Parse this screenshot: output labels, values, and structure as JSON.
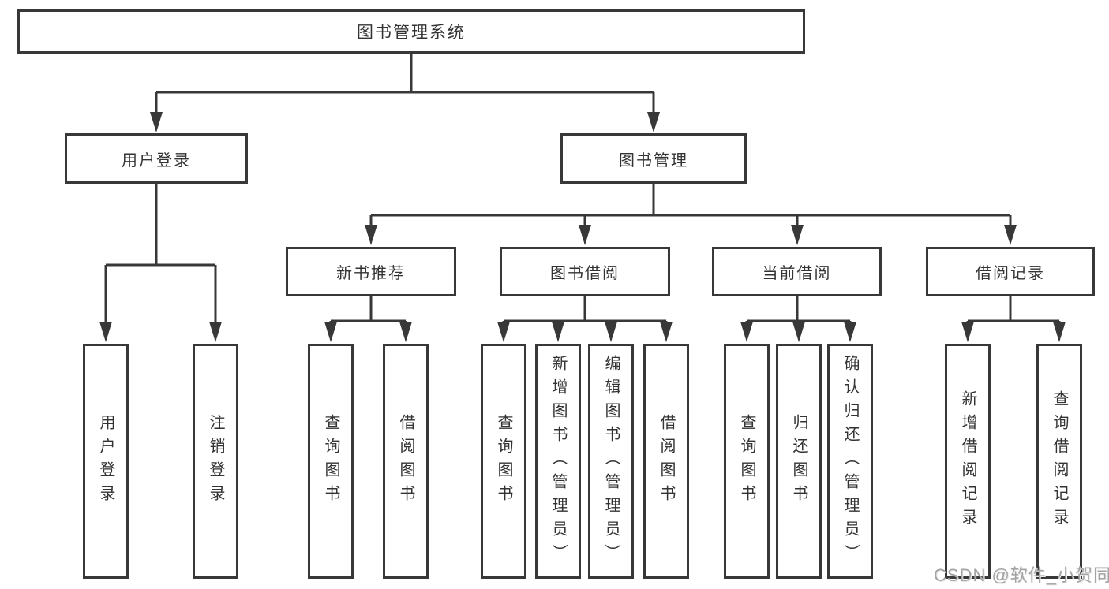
{
  "tree": {
    "root": {
      "label": "图书管理系统",
      "children": [
        {
          "label": "用户登录",
          "children": [
            {
              "label": "用户登录"
            },
            {
              "label": "注销登录"
            }
          ]
        },
        {
          "label": "图书管理",
          "children": [
            {
              "label": "新书推荐",
              "children": [
                {
                  "label": "查询图书"
                },
                {
                  "label": "借阅图书"
                }
              ]
            },
            {
              "label": "图书借阅",
              "children": [
                {
                  "label": "查询图书"
                },
                {
                  "label": "新增图书（管理员）"
                },
                {
                  "label": "编辑图书（管理员）"
                },
                {
                  "label": "借阅图书"
                }
              ]
            },
            {
              "label": "当前借阅",
              "children": [
                {
                  "label": "查询图书"
                },
                {
                  "label": "归还图书"
                },
                {
                  "label": "确认归还（管理员）"
                }
              ]
            },
            {
              "label": "借阅记录",
              "children": [
                {
                  "label": "新增借阅记录"
                },
                {
                  "label": "查询借阅记录"
                }
              ]
            }
          ]
        }
      ]
    }
  },
  "watermark": {
    "text": "CSDN @软件_小贺同学"
  },
  "colors": {
    "line": "#383838",
    "text": "#333333",
    "watermark": "#a3a3a3",
    "background": "#ffffff"
  }
}
